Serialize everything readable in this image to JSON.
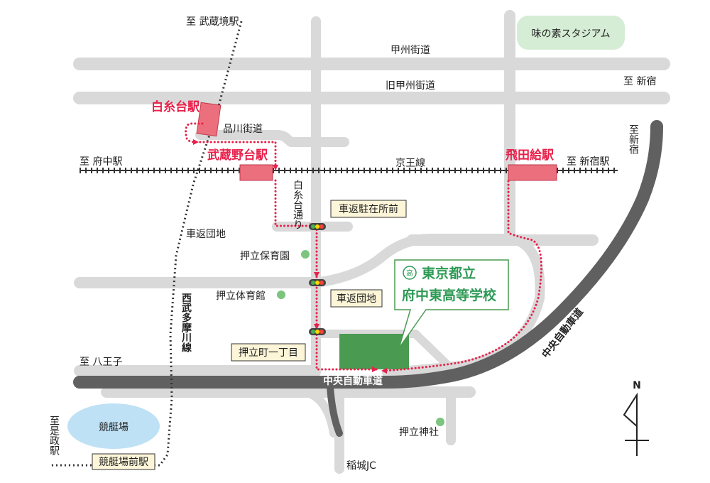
{
  "stadium": "味の素スタジアム",
  "roads": {
    "koshu_kaido": "甲州街道",
    "kyu_koshu_kaido": "旧甲州街道",
    "shinagawa_kaido": "品川街道",
    "keio_line": "京王線",
    "shiraitodai_dori": "白糸台通り",
    "chuo_expressway_main": "中央自動車道",
    "chuo_expressway_curve": "中央自動車道",
    "seibu_tamagawa_line": "西武多摩川線"
  },
  "directions": {
    "musashisakai": "至 武蔵境駅",
    "shinjuku": "至 新宿",
    "shinjuku_vertical": "至新宿",
    "fuchu_station": "至 府中駅",
    "shinjuku_station": "至 新宿駅",
    "hachioji": "至 八王子",
    "koremasa_station": "至是政駅"
  },
  "stations": {
    "shiraitodai": "白糸台駅",
    "musashinodai": "武蔵野台駅",
    "tobitakyu": "飛田給駅",
    "kyoteijomae": "競艇場前駅"
  },
  "intersections": {
    "kurumagaeshi_chuzaisho": "車返駐在所前",
    "kurumagaeshi_danchi": "車返団地",
    "oshitatecho": "押立町一丁目"
  },
  "places": {
    "kurumagaeshi_danchi_area": "車返団地",
    "oshitate_hoikuen": "押立保育園",
    "oshitate_taiikukan": "押立体育館",
    "boat_race": "競艇場",
    "oshitate_jinja": "押立神社",
    "inagi_jc": "稲城JC"
  },
  "school": {
    "line1": "東京都立",
    "line2": "府中東高等学校",
    "emblem_char": "高"
  },
  "compass": "N",
  "colors": {
    "road": "#d9d9d9",
    "expressway": "#606060",
    "route": "#e8204a",
    "station_fill": "#ec6f7e",
    "station_label": "#e8204a",
    "school_label": "#2e9a55",
    "school_site": "#4a9a52",
    "label_box": "#fcf5d8",
    "stadium_box": "#d5ecd5",
    "boat_pond": "#bfe1f5",
    "park_dot": "#7cc47f"
  }
}
